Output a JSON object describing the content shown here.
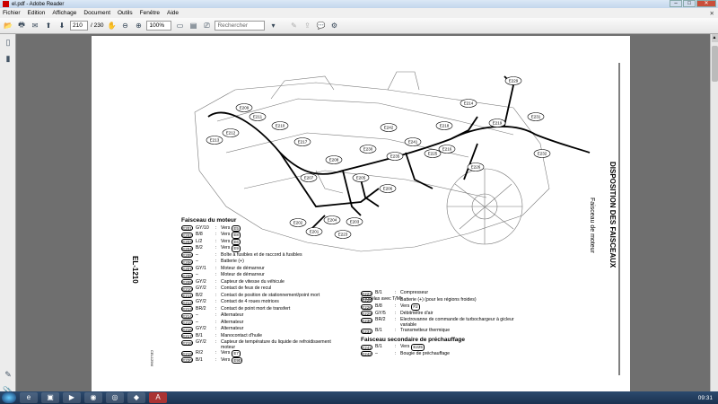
{
  "window": {
    "title": "el.pdf - Adobe Reader"
  },
  "menu": [
    "Fichier",
    "Edition",
    "Affichage",
    "Document",
    "Outils",
    "Fenêtre",
    "Aide"
  ],
  "toolbar": {
    "page_current": "210",
    "page_total": "/ 230",
    "zoom": "100%",
    "search_placeholder": "Rechercher"
  },
  "page": {
    "side_code": "EL-1210",
    "title_right": "DISPOSITION DES FAISCEAUX",
    "subtitle_right": "Faisceau de moteur",
    "footer_code": "CEL129M",
    "connectors": [
      "E229",
      "E214",
      "E231",
      "E219",
      "E209",
      "E211",
      "E210",
      "E212",
      "E213",
      "E242",
      "E218",
      "E241",
      "E217",
      "E230",
      "E225",
      "E235",
      "E216",
      "E232",
      "E208",
      "E226",
      "E207",
      "E205",
      "E206",
      "E202",
      "E201",
      "E204",
      "E203",
      "E223"
    ],
    "legend_left": {
      "heading": "Faisceau du moteur",
      "rows": [
        {
          "code": "E201",
          "color": "GY/10",
          "desc": "Vers",
          "ref": "E5"
        },
        {
          "code": "E202",
          "color": "B/8",
          "desc": "Vers",
          "ref": "E8"
        },
        {
          "code": "E203",
          "color": "L/2",
          "desc": "Vers",
          "ref": "E6"
        },
        {
          "code": "E204",
          "color": "B/2",
          "desc": "Vers",
          "ref": "E9"
        },
        {
          "code": "E205",
          "color": "–",
          "desc": "Boîte à fusibles et de raccord à fusibles",
          "ref": ""
        },
        {
          "code": "E206",
          "color": "–",
          "desc": "Batterie (+)",
          "ref": ""
        },
        {
          "code": "E207",
          "color": "GY/1",
          "desc": "Moteur de démarreur",
          "ref": ""
        },
        {
          "code": "E208",
          "color": "–",
          "desc": "Moteur de démarreur",
          "ref": ""
        },
        {
          "code": "E209",
          "color": "GY/2",
          "desc": "Capteur de vitesse du véhicule",
          "ref": ""
        },
        {
          "code": "E210",
          "color": "GY/2",
          "desc": "Contact de feux de recul",
          "ref": ""
        },
        {
          "code": "E211",
          "color": "B/2",
          "desc": "Contact de position de stationnement/point mort",
          "ref": ""
        },
        {
          "code": "E212",
          "color": "GY/2",
          "desc": "Contact de 4 roues motrices",
          "ref": ""
        },
        {
          "code": "E213",
          "color": "BR/2",
          "desc": "Contact de point mort de transfert",
          "ref": ""
        },
        {
          "code": "E214",
          "color": "–",
          "desc": "Alternateur",
          "ref": ""
        },
        {
          "code": "E215",
          "color": "–",
          "desc": "Alternateur",
          "ref": ""
        },
        {
          "code": "E216",
          "color": "GY/2",
          "desc": "Alternateur",
          "ref": ""
        },
        {
          "code": "E217",
          "color": "B/1",
          "desc": "Manocontact d'huile",
          "ref": ""
        },
        {
          "code": "E218",
          "color": "GY/2",
          "desc": "Capteur de température du liquide de refroidissement moteur",
          "ref": ""
        },
        {
          "code": "E219",
          "color": "R/2",
          "desc": "Vers",
          "ref": "E7"
        },
        {
          "code": "E220",
          "color": "B/1",
          "desc": "Vers",
          "ref": "E90"
        }
      ],
      "note_at": "(modèles avec T/M)"
    },
    "legend_right": {
      "rows": [
        {
          "code": "E223",
          "color": "B/1",
          "desc": "Compresseur",
          "ref": ""
        },
        {
          "code": "E225",
          "color": "–",
          "desc": "Batterie (+) (pour les régions froides)",
          "ref": ""
        },
        {
          "code": "E226",
          "color": "B/8",
          "desc": "Vers",
          "ref": "F2"
        },
        {
          "code": "E229",
          "color": "GY/5",
          "desc": "Débitmètre d'air",
          "ref": ""
        },
        {
          "code": "E230",
          "color": "BR/2",
          "desc": "Electrovanne de commande de turbochargeur à gicleur variable",
          "ref": ""
        },
        {
          "code": "E231",
          "color": "B/1",
          "desc": "Transmetteur thermique",
          "ref": ""
        }
      ],
      "heading2": "Faisceau secondaire de préchauffage",
      "rows2": [
        {
          "code": "E241",
          "color": "B/1",
          "desc": "Vers",
          "ref": "E225"
        },
        {
          "code": "E242",
          "color": "–",
          "desc": "Bougie de préchauffage",
          "ref": ""
        }
      ]
    }
  },
  "taskbar": {
    "time": "09:31"
  }
}
